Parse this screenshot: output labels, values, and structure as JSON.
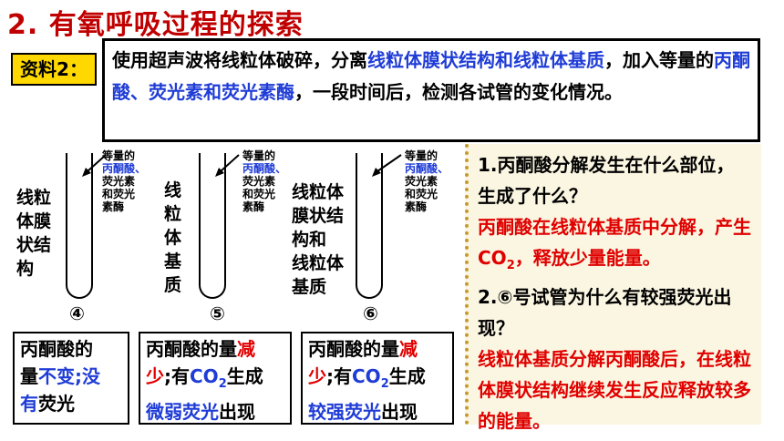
{
  "title": "2. 有氧呼吸过程的探索",
  "tag": "资料2：",
  "intro": {
    "t1": "使用超声波将线粒体破碎，分离",
    "t2": "线粒体膜状结构和线粒体基质",
    "t3": "，加入等量的",
    "t4": "丙酮酸、荧光素和荧光素酶",
    "t5": "，一段时间后，检测各试管的变化情况。"
  },
  "tubes": [
    {
      "num": "④",
      "side_label": [
        "线粒",
        "体膜",
        "状结",
        "构"
      ],
      "add_label": {
        "l1": "等量的",
        "l2": "丙酮酸、",
        "l3": "荧光素",
        "l4": "和荧光",
        "l5": "素酶"
      },
      "result": {
        "a": "丙酮酸的",
        "b": "量",
        "c": "不变;没",
        "d": "有",
        "e": "荧光"
      }
    },
    {
      "num": "⑤",
      "side_label": [
        "线",
        "粒",
        "体",
        "基",
        "质"
      ],
      "add_label": {
        "l1": "等量的",
        "l2": "丙酮酸、",
        "l3": "荧光素",
        "l4": "和荧光",
        "l5": "素酶"
      },
      "result": {
        "a": "丙酮酸的量",
        "b": "减",
        "c": "少",
        "d": ";有",
        "e": "CO",
        "f": "2",
        "g": "生成",
        "h": "微弱荧光",
        "i": "出现"
      }
    },
    {
      "num": "⑥",
      "side_label": [
        "线粒体",
        "膜状结",
        "构和",
        "线粒体",
        "基质"
      ],
      "add_label": {
        "l1": "等量的",
        "l2": "丙酮酸、",
        "l3": "荧光素",
        "l4": "和荧光",
        "l5": "素酶"
      },
      "result": {
        "a": "丙酮酸的量",
        "b": "减",
        "c": "少",
        "d": ";有",
        "e": "CO",
        "f": "2",
        "g": "生成",
        "h": "较强荧光",
        "i": "出现"
      }
    }
  ],
  "qa": {
    "q1": "1.丙酮酸分解发生在什么部位，生成了什么？",
    "a1a": "丙酮酸在线粒体基质中分解，产生CO",
    "a1sub": "2",
    "a1b": "，释放少量能量。",
    "q2": "2.⑥号试管为什么有较强荧光出现？",
    "a2": "线粒体基质分解丙酮酸后，在线粒体膜状结构继续发生反应释放较多的能量。"
  },
  "colors": {
    "red": "#e00000",
    "blue": "#1f3cd6",
    "tag": "#ffd800"
  }
}
